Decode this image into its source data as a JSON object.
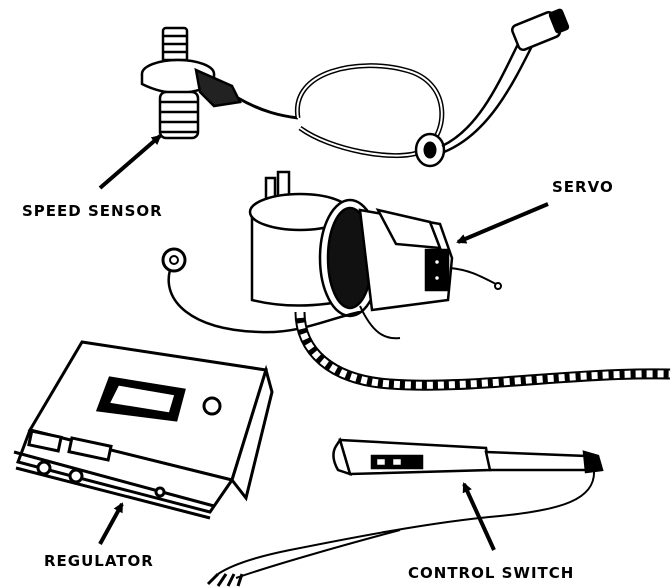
{
  "labels": {
    "speed_sensor": "SPEED SENSOR",
    "servo": "SERVO",
    "regulator": "REGULATOR",
    "control_switch": "CONTROL SWITCH"
  },
  "colors": {
    "ink": "#000000",
    "paper": "#ffffff"
  }
}
